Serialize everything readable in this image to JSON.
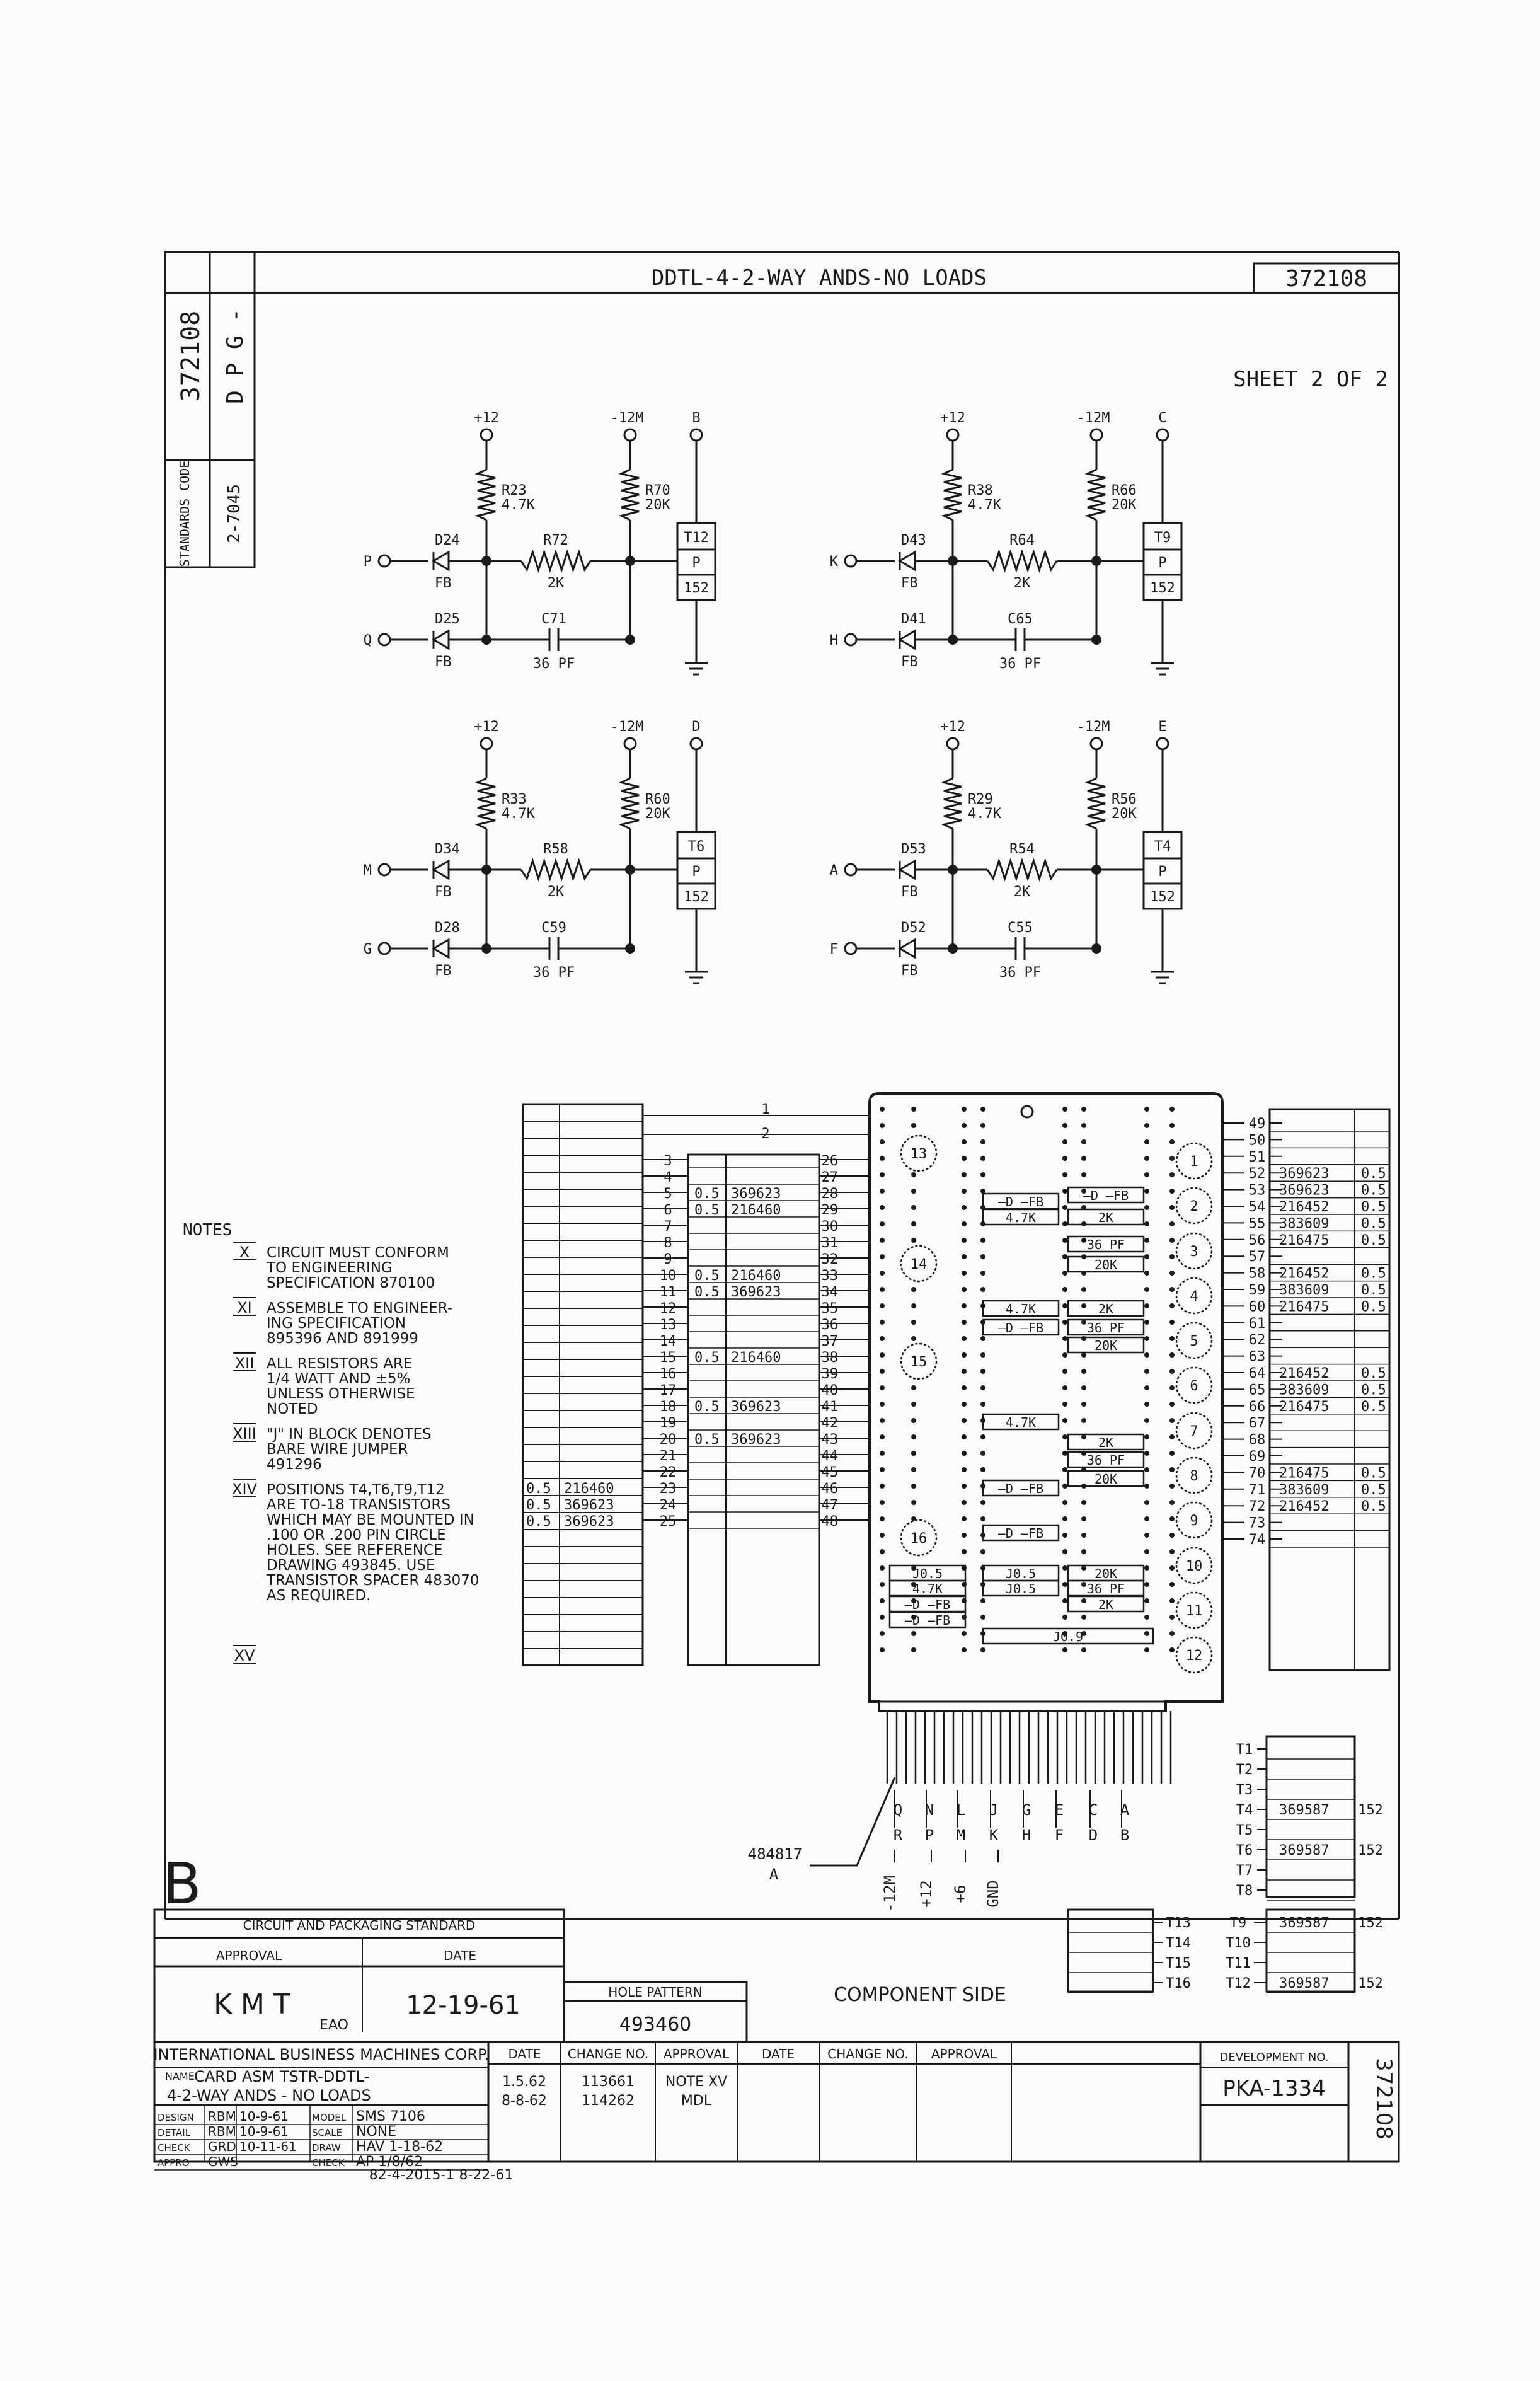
{
  "title": "DDTL-4-2-WAY ANDS-NO LOADS",
  "drawing_number": "372108",
  "sheet": "SHEET 2 OF 2",
  "side_block": {
    "number": "372108",
    "code": "D P G -",
    "standards_label": "STANDARDS CODE",
    "standards_value": "2-7045"
  },
  "gates": [
    {
      "out": "B",
      "v1": "+12",
      "v2": "-12M",
      "in1": "P",
      "in2": "Q",
      "d1": "D24",
      "d2": "D25",
      "d_val": "FB",
      "r1": "R23",
      "r1v": "4.7K",
      "r2": "R70",
      "r2v": "20K",
      "r3": "R72",
      "r3v": "2K",
      "c": "C71",
      "cv": "36 PF",
      "tr": "T12",
      "trp": "P",
      "trn": "152"
    },
    {
      "out": "C",
      "v1": "+12",
      "v2": "-12M",
      "in1": "K",
      "in2": "H",
      "d1": "D43",
      "d2": "D41",
      "d_val": "FB",
      "r1": "R38",
      "r1v": "4.7K",
      "r2": "R66",
      "r2v": "20K",
      "r3": "R64",
      "r3v": "2K",
      "c": "C65",
      "cv": "36 PF",
      "tr": "T9",
      "trp": "P",
      "trn": "152"
    },
    {
      "out": "D",
      "v1": "+12",
      "v2": "-12M",
      "in1": "M",
      "in2": "G",
      "d1": "D34",
      "d2": "D28",
      "d_val": "FB",
      "r1": "R33",
      "r1v": "4.7K",
      "r2": "R60",
      "r2v": "20K",
      "r3": "R58",
      "r3v": "2K",
      "c": "C59",
      "cv": "36 PF",
      "tr": "T6",
      "trp": "P",
      "trn": "152"
    },
    {
      "out": "E",
      "v1": "+12",
      "v2": "-12M",
      "in1": "A",
      "in2": "F",
      "d1": "D53",
      "d2": "D52",
      "d_val": "FB",
      "r1": "R29",
      "r1v": "4.7K",
      "r2": "R56",
      "r2v": "20K",
      "r3": "R54",
      "r3v": "2K",
      "c": "C55",
      "cv": "36 PF",
      "tr": "T4",
      "trp": "P",
      "trn": "152"
    }
  ],
  "notes_title": "NOTES",
  "notes": [
    {
      "num": "X",
      "text": [
        "CIRCUIT MUST CONFORM",
        "TO ENGINEERING",
        "SPECIFICATION 870100"
      ]
    },
    {
      "num": "XI",
      "text": [
        "ASSEMBLE TO ENGINEER-",
        "ING SPECIFICATION",
        "895396 AND 891999"
      ]
    },
    {
      "num": "XII",
      "text": [
        "ALL RESISTORS ARE",
        "1/4 WATT AND ±5%",
        "UNLESS OTHERWISE",
        "NOTED"
      ]
    },
    {
      "num": "XIII",
      "text": [
        "\"J\" IN BLOCK DENOTES",
        "BARE WIRE JUMPER",
        "491296"
      ]
    },
    {
      "num": "XIV",
      "text": [
        "POSITIONS T4,T6,T9,T12",
        "ARE TO-18 TRANSISTORS",
        "WHICH MAY BE MOUNTED IN",
        ".100 OR .200 PIN CIRCLE",
        "HOLES. SEE REFERENCE",
        "DRAWING 493845. USE",
        "TRANSISTOR SPACER 483070",
        "AS REQUIRED."
      ]
    },
    {
      "num": "XV",
      "text": []
    }
  ],
  "layout": {
    "left_numbers": [
      "3",
      "4",
      "5",
      "6",
      "7",
      "8",
      "9",
      "10",
      "11",
      "12",
      "13",
      "14",
      "15",
      "16",
      "17",
      "18",
      "19",
      "20",
      "21",
      "22",
      "23",
      "24",
      "25"
    ],
    "left_center": [
      "",
      "",
      "0.5|369623",
      "0.5|216460",
      "",
      "",
      "",
      "0.5|216460",
      "0.5|369623",
      "",
      "",
      "",
      "0.5|216460",
      "",
      "",
      "0.5|369623",
      "",
      "0.5|369623",
      "",
      "",
      "",
      "",
      ""
    ],
    "left_outer": [
      "",
      "",
      "",
      "",
      "",
      "",
      "",
      "",
      "",
      "",
      "",
      "",
      "",
      "",
      "",
      "",
      "",
      "",
      "",
      "",
      "0.5|216460",
      "0.5|369623",
      "0.5|369623"
    ],
    "top_numbers": [
      "1",
      "2"
    ],
    "mid_numbers": [
      "26",
      "27",
      "28",
      "29",
      "30",
      "31",
      "32",
      "33",
      "34",
      "35",
      "36",
      "37",
      "38",
      "39",
      "40",
      "41",
      "42",
      "43",
      "44",
      "45",
      "46",
      "47",
      "48"
    ],
    "right_numbers": [
      "49",
      "50",
      "51",
      "52",
      "53",
      "54",
      "55",
      "56",
      "57",
      "58",
      "59",
      "60",
      "61",
      "62",
      "63",
      "64",
      "65",
      "66",
      "67",
      "68",
      "69",
      "70",
      "71",
      "72",
      "73",
      "74"
    ],
    "right_values": [
      "",
      "",
      "",
      "369623|0.5",
      "369623|0.5",
      "216452|0.5",
      "383609|0.5",
      "216475|0.5",
      "",
      "216452|0.5",
      "383609|0.5",
      "216475|0.5",
      "",
      "",
      "",
      "216452|0.5",
      "383609|0.5",
      "216475|0.5",
      "",
      "",
      "",
      "216475|0.5",
      "383609|0.5",
      "216452|0.5",
      "",
      ""
    ],
    "holes": [
      "13",
      "14",
      "15",
      "16",
      "1",
      "2",
      "3",
      "4",
      "5",
      "6",
      "7",
      "8",
      "9",
      "10",
      "11",
      "12"
    ],
    "board_parts": [
      "—D|—FB",
      "—D|—FB",
      "4.7K",
      "2K",
      "36 PF",
      "20K",
      "4.7K",
      "2K",
      "—D|—FB",
      "36 PF",
      "20K",
      "4.7K",
      "2K",
      "36 PF",
      "—D|—FB",
      "20K",
      "—D|—FB",
      "J0.5",
      "J0.5",
      "20K",
      "4.7K",
      "J0.5",
      "36 PF",
      "—D|—FB",
      "—D|—FB",
      "2K",
      "J0.9"
    ],
    "pin_top": [
      "Q",
      "N",
      "L",
      "J",
      "G",
      "E",
      "C",
      "A"
    ],
    "pin_bot": [
      "R",
      "P",
      "M",
      "K",
      "H",
      "F",
      "D",
      "B"
    ],
    "power": [
      "-12M",
      "+12",
      "+6",
      "GND"
    ],
    "connector_label": "484817",
    "connector_sub": "A",
    "t_right": [
      "T1",
      "T2",
      "T3",
      "T4",
      "T5",
      "T6",
      "T7",
      "T8"
    ],
    "t_right_vals": [
      "",
      "",
      "",
      "369587",
      "",
      "369587",
      "",
      ""
    ],
    "t_bottom_left": [
      "T13",
      "T14",
      "T15",
      "T16"
    ],
    "t_bottom_mid": [
      "T9",
      "T10",
      "T11",
      "T12"
    ],
    "t_bottom_vals": [
      "369587",
      "",
      "",
      "369587"
    ],
    "t152": "152",
    "component_side": "COMPONENT SIDE"
  },
  "title_block": {
    "rev_letter": "B",
    "cps": "CIRCUIT AND PACKAGING STANDARD",
    "approval": "APPROVAL",
    "date": "DATE",
    "approver": "K M T",
    "approver_sub": "EAO",
    "approval_date": "12-19-61",
    "hole_pattern_label": "HOLE PATTERN",
    "hole_pattern": "493460",
    "company": "INTERNATIONAL BUSINESS MACHINES CORP.",
    "name_label": "NAME",
    "name1": "CARD ASM TSTR-DDTL-",
    "name2": "4-2-WAY ANDS - NO LOADS",
    "rows": [
      {
        "l": "DESIGN",
        "who": "RBM",
        "d": "10-9-61",
        "l2": "MODEL",
        "v": "SMS 7106"
      },
      {
        "l": "DETAIL",
        "who": "RBM",
        "d": "10-9-61",
        "l2": "SCALE",
        "v": "NONE"
      },
      {
        "l": "CHECK",
        "who": "GRD",
        "d": "10-11-61",
        "l2": "DRAW",
        "v": "HAV  1-18-62"
      },
      {
        "l": "APPRO",
        "who": "GWS",
        "d": "",
        "l2": "CHECK",
        "v": "AP 1/8/62"
      }
    ],
    "change_headers": [
      "DATE",
      "CHANGE NO.",
      "APPROVAL",
      "DATE",
      "CHANGE NO.",
      "APPROVAL"
    ],
    "changes": [
      {
        "date": "1.5.62",
        "no": "113661",
        "appr": "NOTE XV"
      },
      {
        "date": "8-8-62",
        "no": "114262",
        "appr": "MDL"
      }
    ],
    "dev_label": "DEVELOPMENT NO.",
    "dev_no": "PKA-1334",
    "bottom_number": "372108",
    "stamp": "82-4-2015-1   8-22-61"
  }
}
